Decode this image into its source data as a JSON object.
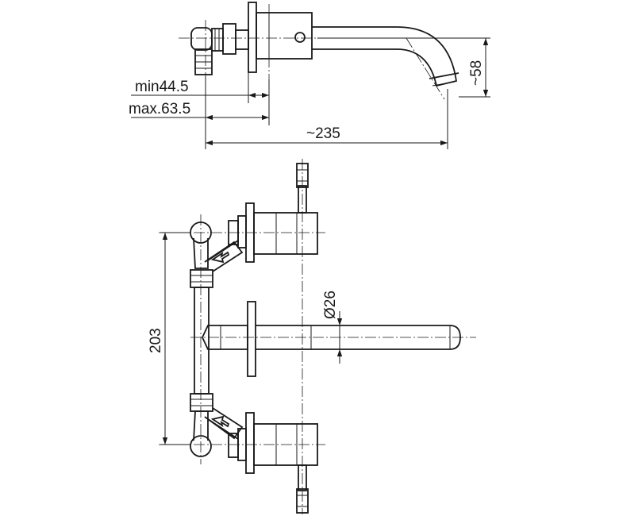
{
  "dimensions": {
    "min_depth": "min44.5",
    "max_depth": "max.63.5",
    "spout_length": "~235",
    "spout_height": "~58",
    "valve_spacing": "203",
    "spout_diameter": "Ø26"
  }
}
